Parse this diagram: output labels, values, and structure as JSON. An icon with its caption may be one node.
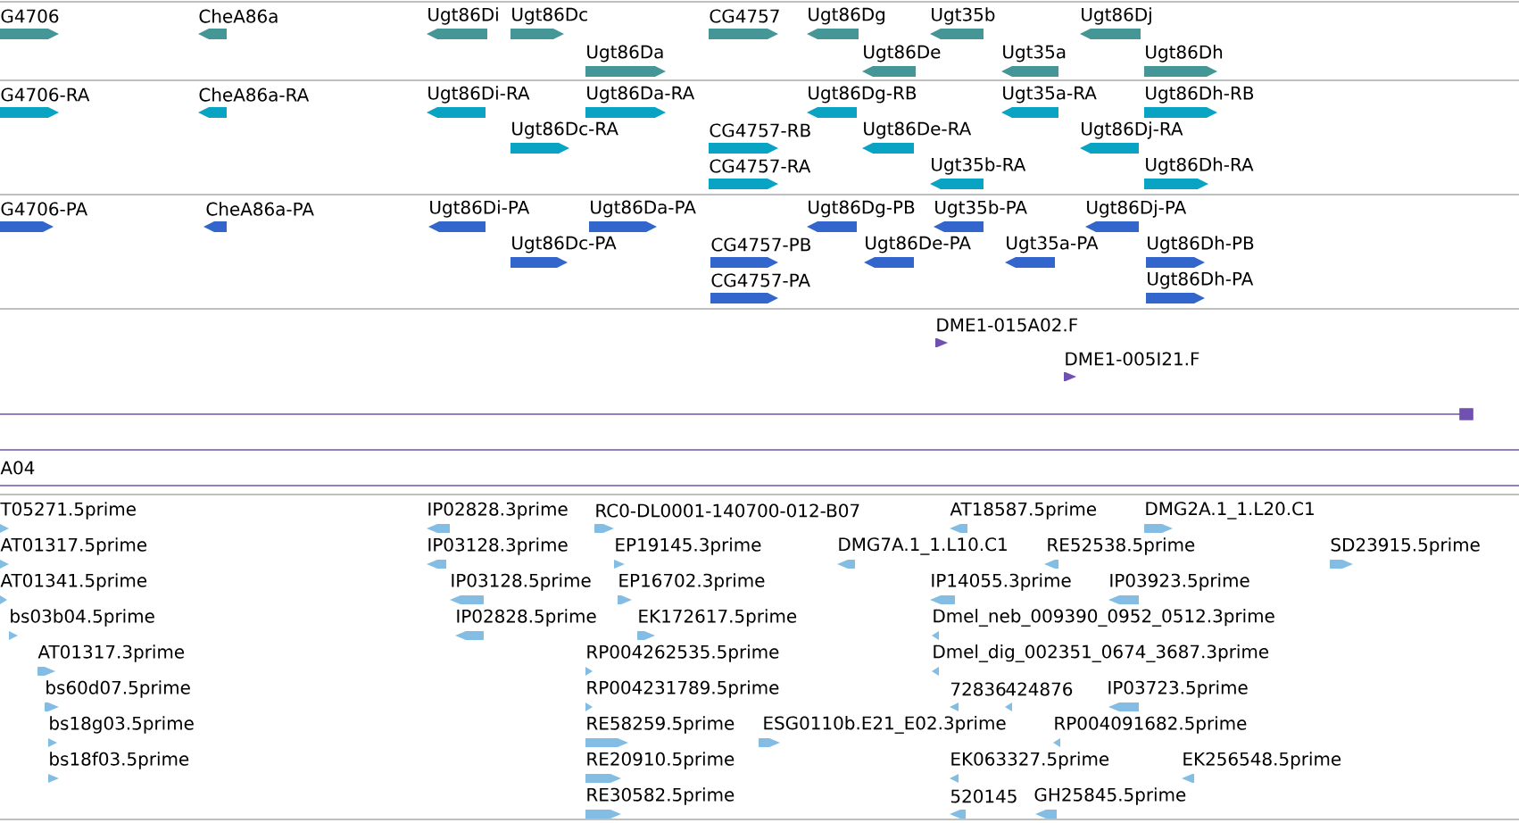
{
  "diagram": {
    "labels": [
      "G4706",
      "CheA86a",
      "Ugt86Di",
      "Ugt86Dc",
      "CG4757",
      "Ugt86Dg",
      "Ugt35b",
      "Ugt86Dj",
      "Ugt86Da",
      "Ugt86De",
      "Ugt35a",
      "Ugt86Dh",
      "G4706-RA",
      "CheA86a-RA",
      "Ugt86Di-RA",
      "Ugt86Da-RA",
      "Ugt86Dg-RB",
      "Ugt35a-RA",
      "Ugt86Dh-RB",
      "Ugt86Dc-RA",
      "CG4757-RB",
      "Ugt86De-RA",
      "Ugt86Dj-RA",
      "CG4757-RA",
      "Ugt35b-RA",
      "Ugt86Dh-RA",
      "G4706-PA",
      "CheA86a-PA",
      "Ugt86Di-PA",
      "Ugt86Da-PA",
      "Ugt86Dg-PB",
      "Ugt35b-PA",
      "Ugt86Dj-PA",
      "Ugt86Dc-PA",
      "CG4757-PB",
      "Ugt86De-PA",
      "Ugt35a-PA",
      "Ugt86Dh-PB",
      "CG4757-PA",
      "Ugt86Dh-PA",
      "DME1-015A02.F",
      "DME1-005I21.F",
      "A04",
      "T05271.5prime",
      "IP02828.3prime",
      "RC0-DL0001-140700-012-B07",
      "AT18587.5prime",
      "DMG2A.1_1.L20.C1",
      "AT01317.5prime",
      "IP03128.3prime",
      "EP19145.3prime",
      "DMG7A.1_1.L10.C1",
      "RE52538.5prime",
      "SD23915.5prime",
      "AT01341.5prime",
      "IP03128.5prime",
      "EP16702.3prime",
      "IP14055.3prime",
      "IP03923.5prime",
      "bs03b04.5prime",
      "IP02828.5prime",
      "EK172617.5prime",
      "Dmel_neb_009390_0952_0512.3prime",
      "AT01317.3prime",
      "RP004262535.5prime",
      "Dmel_dig_002351_0674_3687.3prime",
      "bs60d07.5prime",
      "RP004231789.5prime",
      "72836",
      "424876",
      "IP03723.5prime",
      "bs18g03.5prime",
      "RE58259.5prime",
      "ESG0110b.E21_E02.3prime",
      "RP004091682.5prime",
      "bs18f03.5prime",
      "RE20910.5prime",
      "EK063327.5prime",
      "EK256548.5prime",
      "RE30582.5prime",
      "520145",
      "GH25845.5prime"
    ]
  }
}
